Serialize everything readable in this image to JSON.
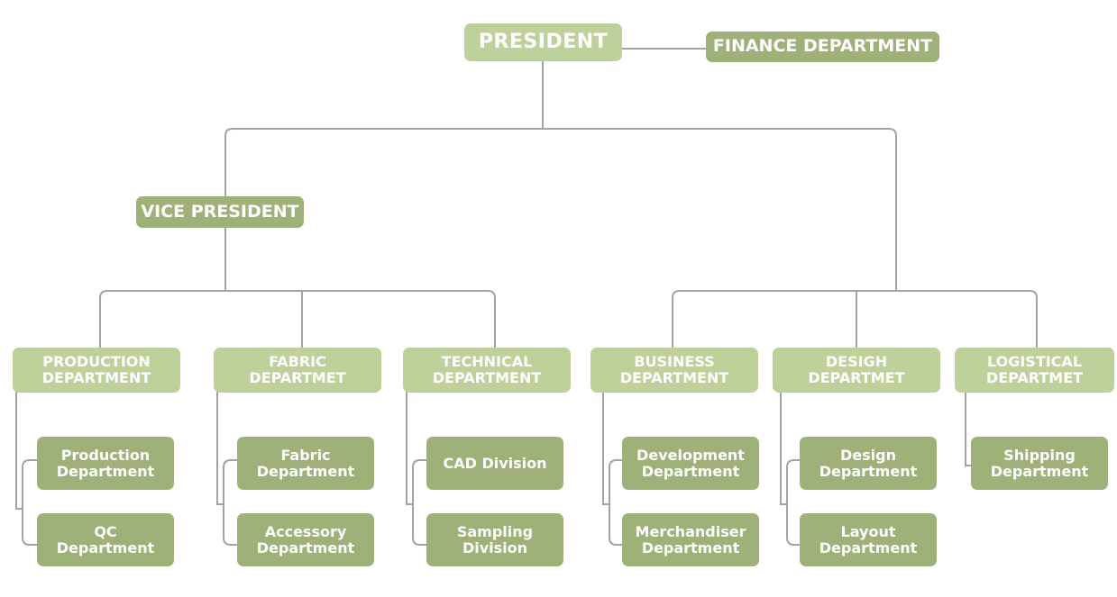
{
  "colors": {
    "light_box": "#bfd19a",
    "dark_box": "#9db178",
    "connector": "#a3a3a3",
    "text": "#ffffff"
  },
  "president": "PRESIDENT",
  "finance": "FINANCE DEPARTMENT",
  "vice_president": "VICE PRESIDENT",
  "departments": [
    {
      "line1": "PRODUCTION",
      "line2": "DEPARTMENT",
      "subs": [
        {
          "line1": "Production",
          "line2": "Department"
        },
        {
          "line1": "QC",
          "line2": "Department"
        }
      ]
    },
    {
      "line1": "FABRIC",
      "line2": "DEPARTMET",
      "subs": [
        {
          "line1": "Fabric",
          "line2": "Department"
        },
        {
          "line1": "Accessory",
          "line2": "Department"
        }
      ]
    },
    {
      "line1": "TECHNICAL",
      "line2": "DEPARTMENT",
      "subs": [
        {
          "line1": "CAD Division",
          "line2": ""
        },
        {
          "line1": "Sampling",
          "line2": "Division"
        }
      ]
    },
    {
      "line1": "BUSINESS",
      "line2": "DEPARTMENT",
      "subs": [
        {
          "line1": "Development",
          "line2": "Department"
        },
        {
          "line1": "Merchandiser",
          "line2": "Department"
        }
      ]
    },
    {
      "line1": "DESIGH",
      "line2": "DEPARTMET",
      "subs": [
        {
          "line1": "Design",
          "line2": "Department"
        },
        {
          "line1": "Layout",
          "line2": "Department"
        }
      ]
    },
    {
      "line1": "LOGISTICAL",
      "line2": "DEPARTMET",
      "subs": [
        {
          "line1": "Shipping",
          "line2": "Department"
        }
      ]
    }
  ]
}
